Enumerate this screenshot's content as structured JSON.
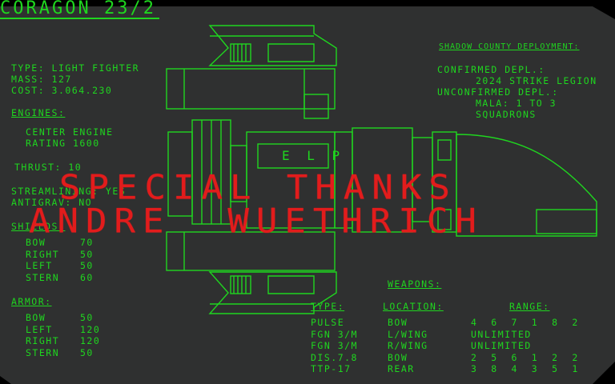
{
  "title": "CORAGON 23/2",
  "specs": {
    "type": "TYPE: LIGHT FIGHTER",
    "mass": "MASS: 127",
    "cost": "COST: 3.064.230"
  },
  "engines": {
    "header": "ENGINES:",
    "line1": "CENTER ENGINE",
    "line2": "RATING 1600"
  },
  "thrust": "THRUST: 10",
  "stream": "STREAMLINING: YES",
  "antigrav": "ANTIGRAV: NO",
  "shields": {
    "header": "SHIELDS:",
    "rows": [
      {
        "label": "BOW",
        "value": "70"
      },
      {
        "label": "RIGHT",
        "value": "50"
      },
      {
        "label": "LEFT",
        "value": "50"
      },
      {
        "label": "STERN",
        "value": "60"
      }
    ]
  },
  "armor": {
    "header": "ARMOR:",
    "rows": [
      {
        "label": "BOW",
        "value": "50"
      },
      {
        "label": "LEFT",
        "value": "120"
      },
      {
        "label": "RIGHT",
        "value": "120"
      },
      {
        "label": "STERN",
        "value": "50"
      }
    ]
  },
  "deployment": {
    "header": "SHADOW COUNTY DEPLOYMENT:",
    "l1": "CONFIRMED DEPL.:",
    "l2": "2024 STRIKE LEGION",
    "l3": "UNCONFIRMED DEPL.:",
    "l4": "MALA: 1 TO 3",
    "l5": "SQUADRONS"
  },
  "weapons": {
    "header": "WEAPONS:",
    "col_type": "TYPE:",
    "col_location": "LOCATION:",
    "col_range": "RANGE:",
    "rows": [
      {
        "type": "PULSE",
        "location": "BOW",
        "range": "4  6  7  1  8  2"
      },
      {
        "type": "FGN 3/M",
        "location": "L/WING",
        "range": "UNLIMITED"
      },
      {
        "type": "FGN 3/M",
        "location": "R/WING",
        "range": "UNLIMITED"
      },
      {
        "type": "DIS.7.8",
        "location": "BOW",
        "range": "2  5  6  1  2  2"
      },
      {
        "type": "TTP-17",
        "location": "REAR",
        "range": "3  8  4  3  5  1"
      }
    ]
  },
  "ship_label": "E L P",
  "credits": {
    "line1": "SPECIAL THANKS",
    "line2": "ANDRE  WUETHRICH"
  }
}
